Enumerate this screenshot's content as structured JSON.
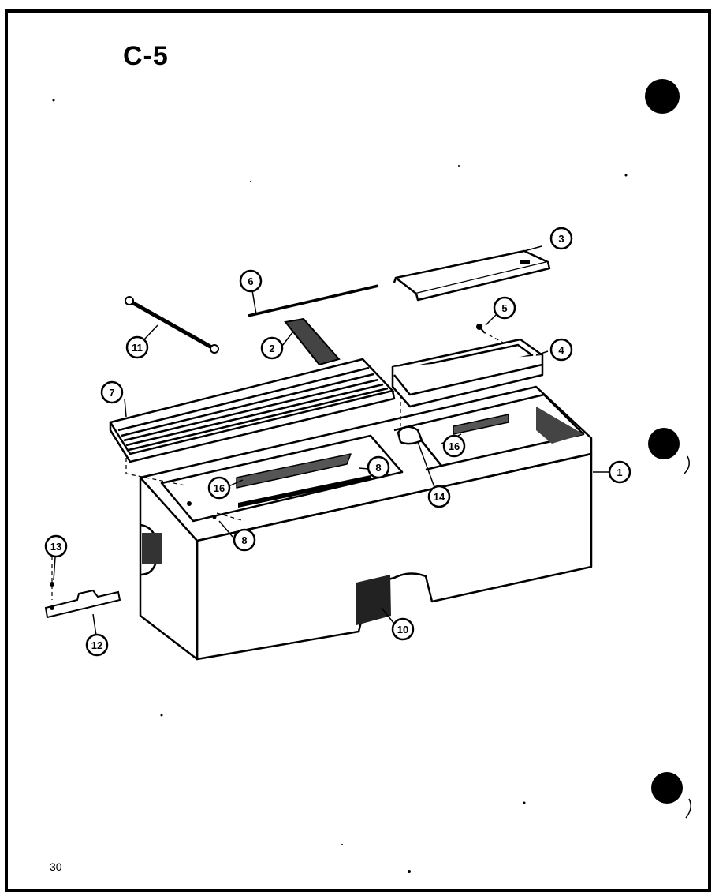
{
  "page": {
    "title": "C-5",
    "page_number": "30"
  },
  "callouts": [
    {
      "id": "callout-1",
      "label": "1"
    },
    {
      "id": "callout-2",
      "label": "2"
    },
    {
      "id": "callout-3",
      "label": "3"
    },
    {
      "id": "callout-4",
      "label": "4"
    },
    {
      "id": "callout-5",
      "label": "5"
    },
    {
      "id": "callout-6",
      "label": "6"
    },
    {
      "id": "callout-7",
      "label": "7"
    },
    {
      "id": "callout-8a",
      "label": "8"
    },
    {
      "id": "callout-8b",
      "label": "8"
    },
    {
      "id": "callout-10",
      "label": "10"
    },
    {
      "id": "callout-11",
      "label": "11"
    },
    {
      "id": "callout-12",
      "label": "12"
    },
    {
      "id": "callout-13",
      "label": "13"
    },
    {
      "id": "callout-14",
      "label": "14"
    },
    {
      "id": "callout-16a",
      "label": "16"
    },
    {
      "id": "callout-16b",
      "label": "16"
    }
  ]
}
